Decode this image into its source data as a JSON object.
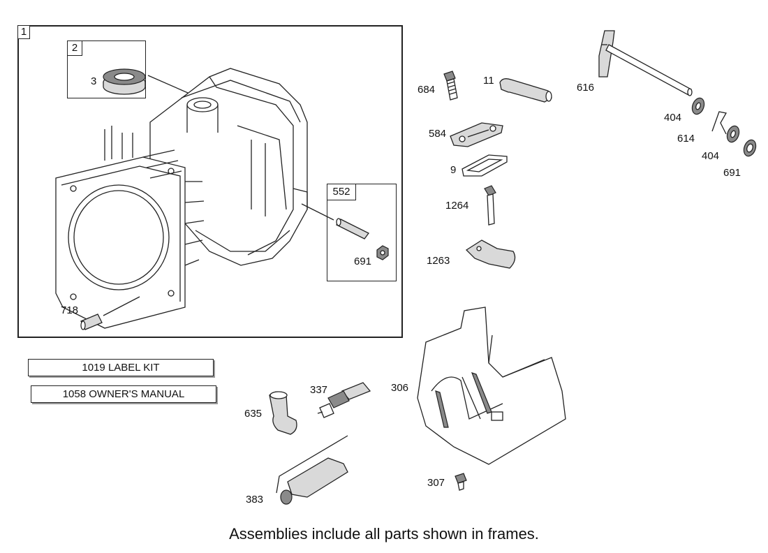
{
  "frames": {
    "short_block": "1",
    "oil_seal": "2",
    "dowel_kit": "552"
  },
  "callouts": {
    "p3": "3",
    "p718": "718",
    "p691_frame": "691",
    "p684": "684",
    "p11": "11",
    "p584": "584",
    "p9": "9",
    "p1264": "1264",
    "p1263": "1263",
    "p616": "616",
    "p404a": "404",
    "p614": "614",
    "p404b": "404",
    "p691": "691",
    "p337": "337",
    "p635": "635",
    "p383": "383",
    "p306": "306",
    "p307": "307"
  },
  "kits": {
    "label_kit": "1019 LABEL KIT",
    "owners_manual": "1058 OWNER'S MANUAL"
  },
  "note": "Assemblies include all parts shown in frames."
}
